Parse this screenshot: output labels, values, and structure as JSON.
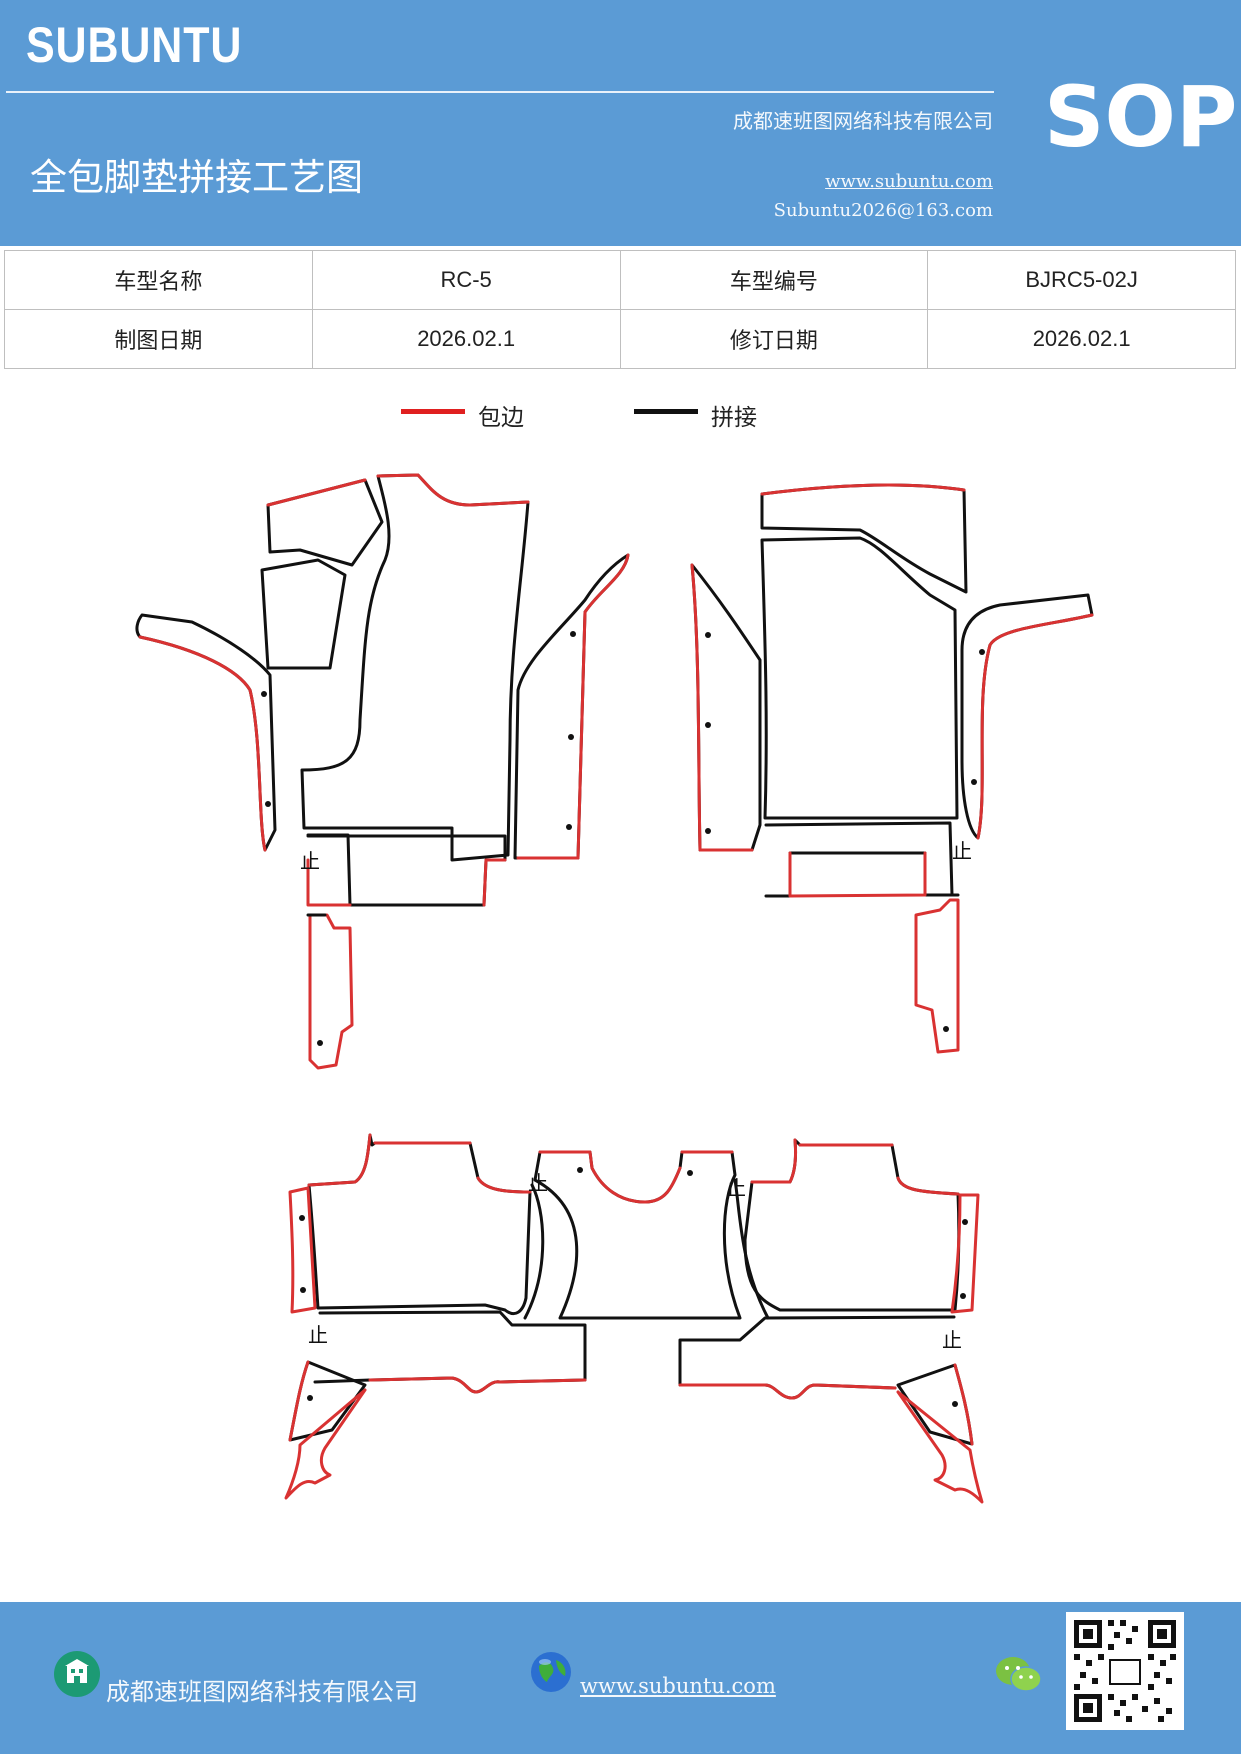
{
  "header": {
    "brand": "SUBUNTU",
    "company": "成都速班图网络科技有限公司",
    "title": "全包脚垫拼接工艺图",
    "website": "www.subuntu.com",
    "email": "Subuntu2026@163.com",
    "badge": "SOP"
  },
  "info_table": {
    "rows": [
      {
        "label1": "车型名称",
        "value1": "RC-5",
        "label2": "车型编号",
        "value2": "BJRC5-02J"
      },
      {
        "label1": "制图日期",
        "value1": "2026.02.1",
        "label2": "修订日期",
        "value2": "2026.02.1"
      }
    ]
  },
  "legend": {
    "items": [
      {
        "label": "包边",
        "color": "#e02020"
      },
      {
        "label": "拼接",
        "color": "#111111"
      }
    ]
  },
  "colors": {
    "header_bg": "#5b9bd5",
    "edge_red": "#d93232",
    "seam_black": "#111111"
  },
  "footer": {
    "company": "成都速班图网络科技有限公司",
    "website": "www.subuntu.com ",
    "icons": [
      "building-icon",
      "globe-icon",
      "wechat-icon",
      "qr-code"
    ]
  }
}
